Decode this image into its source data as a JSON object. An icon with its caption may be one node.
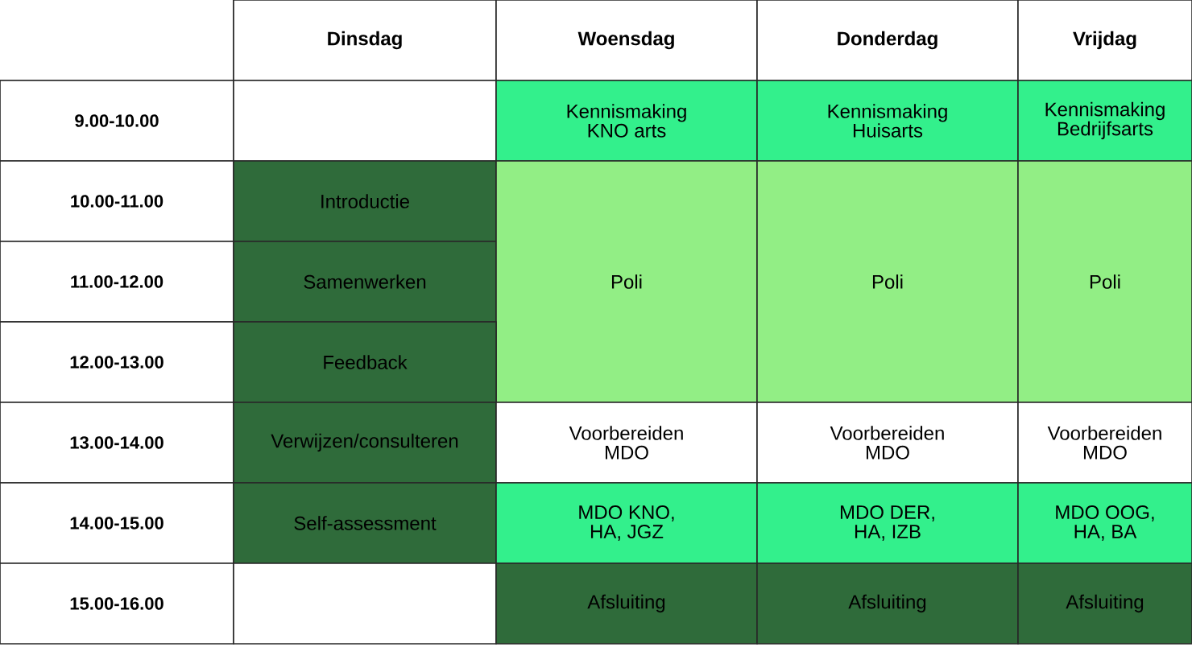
{
  "diagram": {
    "labels": [
      "Dinsdag",
      "Woensdag",
      "Donderdag",
      "Vrijdag",
      "9.00-10.00",
      "Kennismaking KNO arts",
      "Kennismaking Huisarts",
      "Kennismaking Bedrijfsarts",
      "10.00-11.00",
      "Introductie",
      "11.00-12.00",
      "Samenwerken",
      "Poli",
      "Poli",
      "Poli",
      "12.00-13.00",
      "Feedback",
      "13.00-14.00",
      "Verwijzen/consulteren",
      "Voorbereiden MDO",
      "Voorbereiden MDO",
      "Voorbereiden MDO",
      "14.00-15.00",
      "Self-assessment",
      "MDO KNO, HA, JGZ",
      "MDO DER, HA, IZB",
      "MDO OOG, HA, BA",
      "15.00-16.00",
      "Afsluiting",
      "Afsluiting",
      "Afsluiting"
    ]
  }
}
